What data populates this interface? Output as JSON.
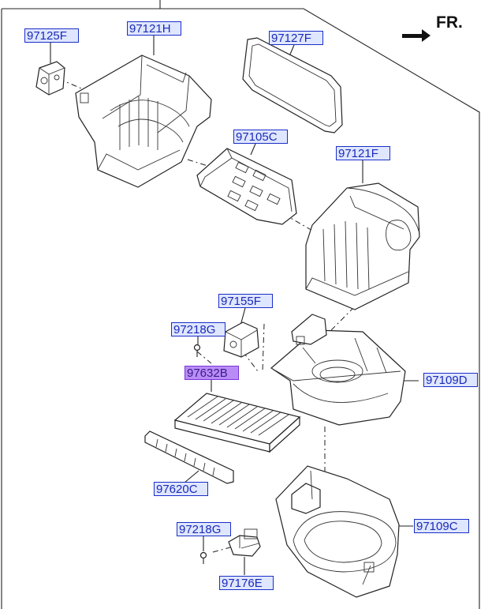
{
  "orientation_label": "FR.",
  "icons": {
    "front_arrow": "arrow-right-icon"
  },
  "colors": {
    "label_fill": "#dfe6ff",
    "label_border": "#1b2fc8",
    "label_text": "#1a2ab8",
    "highlight_fill": "#b98cf5"
  },
  "parts": {
    "p97125F": "97125F",
    "p97121H": "97121H",
    "p97127F": "97127F",
    "p97105C": "97105C",
    "p97121F": "97121F",
    "p97155F": "97155F",
    "p97218G_upper": "97218G",
    "p97632B": "97632B",
    "p97109D": "97109D",
    "p97620C": "97620C",
    "p97109C": "97109C",
    "p97218G_lower": "97218G",
    "p97176E": "97176E"
  },
  "selected_part": "97632B"
}
